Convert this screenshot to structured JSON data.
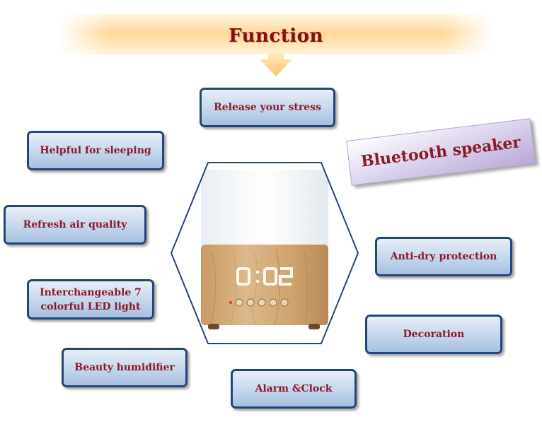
{
  "title": "Function",
  "features": [
    "Release your stress",
    "Helpful for sleeping",
    "Refresh air quality",
    "Interchangeable 7 colorful LED light",
    "Beauty humidifier",
    "Alarm &Clock",
    "Decoration",
    "Anti-dry protection"
  ],
  "interchangeable_lines": [
    "Interchangeable 7",
    "colorful LED light"
  ],
  "bluetooth_label": "Bluetooth speaker",
  "product": {
    "clock_display": "0:02"
  },
  "colors": {
    "title": "#8b0a14",
    "box_border": "#23467a",
    "box_text": "#8b1a28",
    "banner": "#ffd99a",
    "tag": "#b9a8d8"
  }
}
